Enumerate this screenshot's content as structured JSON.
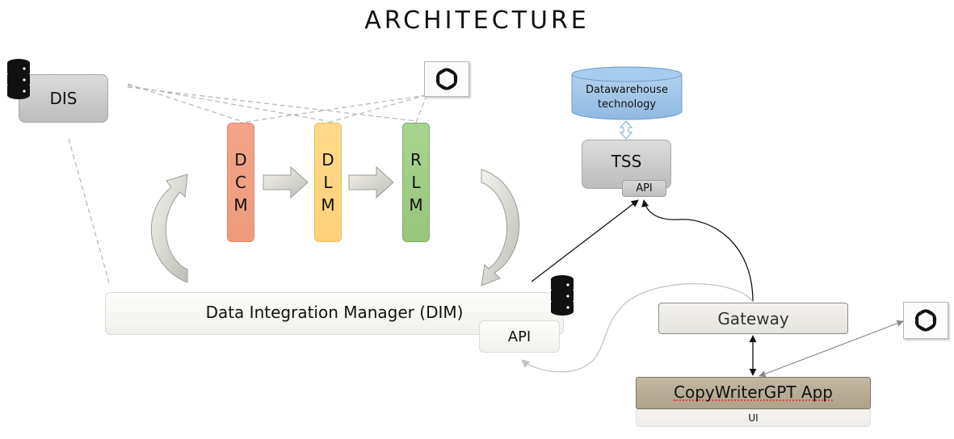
{
  "title": "ARCHITECTURE",
  "nodes": {
    "dis": "DIS",
    "dcm": [
      "D",
      "C",
      "M"
    ],
    "dlm": [
      "D",
      "L",
      "M"
    ],
    "rlm": [
      "R",
      "L",
      "M"
    ],
    "datawarehouse": [
      "Datawarehouse",
      "technology"
    ],
    "tss": "TSS",
    "tss_api": "API",
    "dim": "Data Integration Manager (DIM)",
    "dim_api": "API",
    "gateway": "Gateway",
    "app": "CopyWriterGPT App",
    "app_ui": "UI"
  },
  "icons": {
    "database": "database-icon",
    "openai": "openai-logo-icon"
  },
  "colors": {
    "dcm": "#f4a489",
    "dlm": "#ffd98c",
    "rlm": "#a8d48f",
    "datawarehouse": "#9cc3e6",
    "app": "#b7ac96",
    "gateway": "#ebe9e4"
  }
}
